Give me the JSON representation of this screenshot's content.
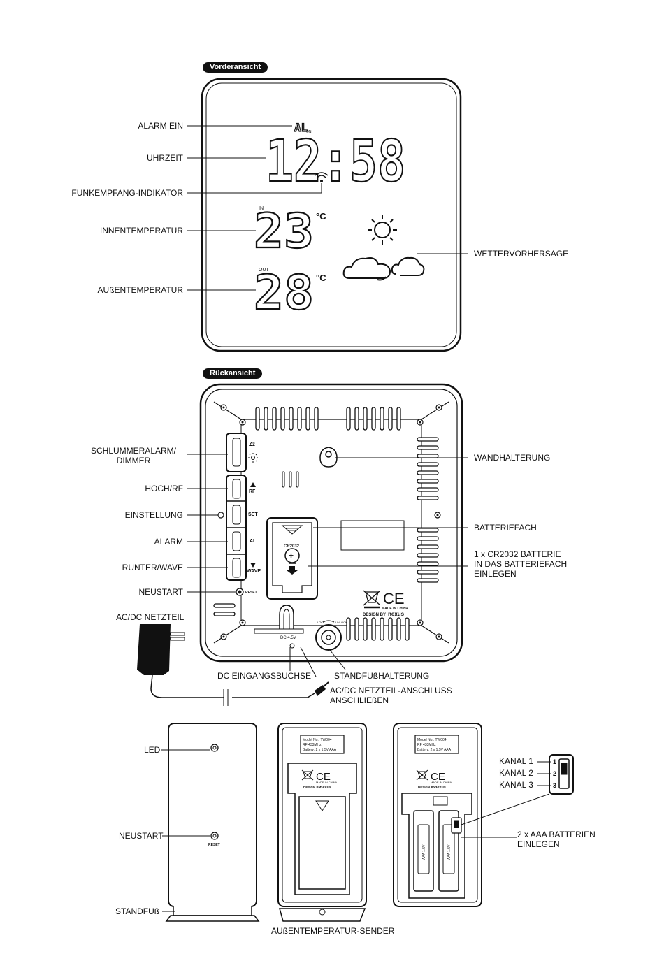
{
  "front": {
    "badge": "Vorderansicht",
    "time": "12:58",
    "alarm_symbol": "AL",
    "alarm_sub": "ON",
    "in_label": "IN",
    "out_label": "OUT",
    "indoor_temp": "23",
    "outdoor_temp": "28",
    "unit": "°C",
    "labels": {
      "alarm": "ALARM EIN",
      "time": "UHRZEIT",
      "rf": "FUNKEMPFANG-INDIKATOR",
      "indoor": "INNENTEMPERATUR",
      "outdoor": "AUßENTEMPERATUR",
      "forecast": "WETTERVORHERSAGE"
    }
  },
  "back": {
    "badge": "Rückansicht",
    "labels": {
      "snooze_line1": "SCHLUMMERALARM/",
      "snooze_line2": "DIMMER",
      "up": "HOCH/RF",
      "set": "EINSTELLUNG",
      "alarm": "ALARM",
      "down": "RUNTER/WAVE",
      "reset": "NEUSTART",
      "adapter": "AC/DC NETZTEIL",
      "dc_jack": "DC EINGANGSBUCHSE",
      "stand_mount": "STANDFUßHALTERUNG",
      "adapter_connect_line1": "AC/DC NETZTEIL-ANSCHLUSS",
      "adapter_connect_line2": "ANSCHLIEßEN",
      "wall_mount": "WANDHALTERUNG",
      "battery_comp": "BATTERIEFACH",
      "battery_line1": "1 x CR2032 BATTERIE",
      "battery_line2": "IN DAS BATTERIEFACH",
      "battery_line3": "EINLEGEN"
    },
    "buttons": {
      "snooze": "Zz",
      "up": "RF",
      "set": "SET",
      "alarm": "AL",
      "down": "WAVE",
      "reset": "RESET"
    },
    "battery_type": "CR2032",
    "made_in": "MADE IN CHINA",
    "design_by": "DESIGN BY",
    "brand": "nexus",
    "ce": "CE",
    "dc_text": "DC 4.5V",
    "lock": "LOCK",
    "unlock": "UNLOCK"
  },
  "sender": {
    "labels": {
      "led": "LED",
      "reset": "NEUSTART",
      "stand": "STANDFUß",
      "title": "AUßENTEMPERATUR-SENDER",
      "ch1": "KANAL 1",
      "ch2": "KANAL 2",
      "ch3": "KANAL 3",
      "aaa_line1": "2 x AAA BATTERIEN",
      "aaa_line2": "EINLEGEN"
    },
    "reset_text": "RESET",
    "model_line1": "Model No.: TW004",
    "model_line2": "RF 433MHz",
    "model_line3": "Battery: 2 x 1.5V AAA",
    "ch_numbers": [
      "1",
      "2",
      "3"
    ],
    "aaa_text": "AAA 1.5V"
  }
}
